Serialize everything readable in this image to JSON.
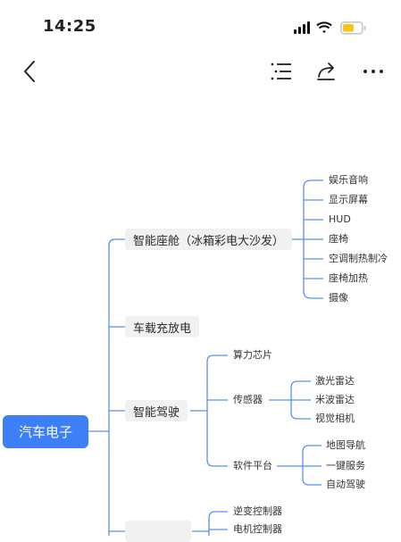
{
  "status_bar": {
    "time": "14:25"
  },
  "mindmap": {
    "root": "汽车电子",
    "branches": [
      {
        "label": "智能座舱（冰箱彩电大沙发）",
        "children": [
          "娱乐音响",
          "显示屏幕",
          "HUD",
          "座椅",
          "空调制热制冷",
          "座椅加热",
          "摄像"
        ]
      },
      {
        "label": "车载充放电",
        "children": []
      },
      {
        "label": "智能驾驶",
        "children": [
          {
            "label": "算力芯片",
            "children": []
          },
          {
            "label": "传感器",
            "children": [
              "激光雷达",
              "米波雷达",
              "视觉相机"
            ]
          },
          {
            "label": "软件平台",
            "children": [
              "地图导航",
              "一键服务",
              "自动驾驶"
            ]
          }
        ]
      },
      {
        "label": "",
        "children": [
          {
            "label": "逆变控制器",
            "children": []
          },
          {
            "label": "电机控制器",
            "children": []
          }
        ]
      }
    ]
  },
  "colors": {
    "root_bg": "#3d7ff7",
    "connector": "#5b8ff5",
    "node_bg": "#f1f1f1",
    "battery": "#f5c518"
  }
}
